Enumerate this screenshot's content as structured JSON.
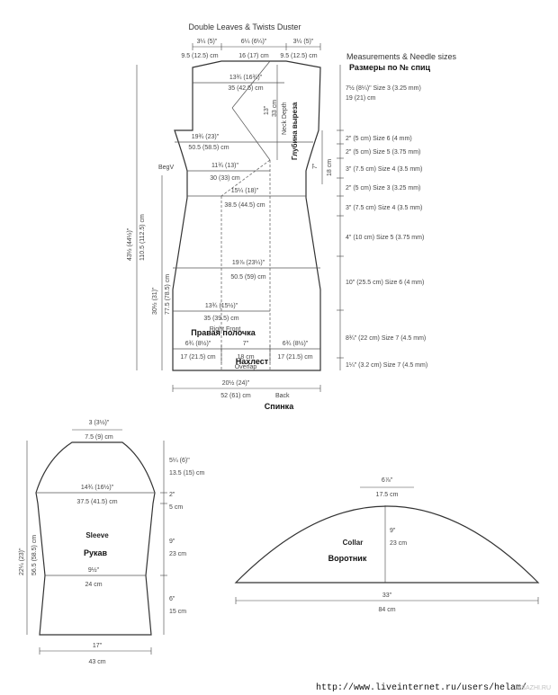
{
  "title": "Double Leaves & Twists Duster",
  "measurements_heading": "Measurements & Needle sizes",
  "measurements_heading_ru": "Размеры по № спиц",
  "body": {
    "top_dims": [
      {
        "in": "3¼ (5)\"",
        "cm": "9.5 (12.5) cm"
      },
      {
        "in": "6¼ (6¼)\"",
        "cm": "16 (17) cm"
      },
      {
        "in": "3¼ (5)\"",
        "cm": "9.5 (12.5) cm"
      }
    ],
    "shoulder_in": "13¾ (16¾)\"",
    "shoulder_cm": "35 (42.5) cm",
    "neck_depth_in": "13\"",
    "neck_depth_cm": "33 cm",
    "neck_depth_label": "Neck Depth",
    "neck_depth_ru": "Глубина выреза",
    "chest_in": "19¾ (23)\"",
    "chest_cm": "50.5 (58.5) cm",
    "armhole_in": "7\"",
    "armhole_cm": "18 cm",
    "upper_in": "11¾ (13)\"",
    "upper_cm": "30 (33) cm",
    "begv": "BegV",
    "waist_in": "15¼ (18)\"",
    "waist_cm": "38.5 (44.5) cm",
    "total_length_in": "43½ (44½)\"",
    "total_length_cm": "110.5 (112.5) cm",
    "side_length_in": "30½ (31)\"",
    "side_length_cm": "77.5 (78.5) cm",
    "hip_in": "19⅞ (23¼)\"",
    "hip_cm": "50.5 (59) cm",
    "front_in": "13¾ (15½)\"",
    "front_cm": "35 (39.5) cm",
    "right_front_label": "Right Front",
    "right_front_ru": "Правая полочка",
    "bottom_left_in": "6¾ (8½)\"",
    "bottom_left_cm": "17 (21.5) cm",
    "overlap_in": "7\"",
    "overlap_cm": "18 cm",
    "overlap_label": "Overlap",
    "overlap_ru": "Нахлест",
    "bottom_right_in": "6¾ (8½)\"",
    "bottom_right_cm": "17 (21.5) cm",
    "bottom_in": "20½ (24)\"",
    "bottom_cm": "52 (61) cm",
    "back_label": "Back",
    "back_ru": "Спинка"
  },
  "needle_rows": [
    {
      "a": "7½ (8¼)\" Size 3 (3.25 mm)",
      "b": "19 (21) cm"
    },
    {
      "a": "2\" (5 cm) Size 6 (4 mm)"
    },
    {
      "a": "2\" (5 cm) Size 5 (3.75 mm)"
    },
    {
      "a": "3\" (7.5 cm) Size 4 (3.5 mm)"
    },
    {
      "a": "2\" (5 cm) Size 3 (3.25 mm)"
    },
    {
      "a": "3\" (7.5 cm) Size 4 (3.5 mm)"
    },
    {
      "a": "4\" (10 cm) Size 5 (3.75 mm)"
    },
    {
      "a": "10\" (25.5 cm) Size 6 (4 mm)"
    },
    {
      "a": "8¾\" (22 cm) Size 7 (4.5 mm)"
    },
    {
      "a": "1¼\" (3.2 cm) Size 7 (4.5 mm)"
    }
  ],
  "sleeve": {
    "top_in": "3 (3½)\"",
    "top_cm": "7.5 (9) cm",
    "cap_in": "5¼ (6)\"",
    "cap_cm": "13.5 (15) cm",
    "upper_in": "14¾ (16½)\"",
    "upper_cm": "37.5 (41.5) cm",
    "band_in": "2\"",
    "band_cm": "5 cm",
    "length_in": "22¼ (23)\"",
    "length_cm": "56.5 (58.5) cm",
    "label": "Sleeve",
    "label_ru": "Рукав",
    "mid_in": "9\"",
    "mid_cm": "23 cm",
    "width_in": "9½\"",
    "width_cm": "24 cm",
    "cuff_in": "6\"",
    "cuff_cm": "15 cm",
    "bottom_in": "17\"",
    "bottom_cm": "43 cm"
  },
  "collar": {
    "top_in": "6⅞\"",
    "top_cm": "17.5 cm",
    "height_in": "9\"",
    "height_cm": "23 cm",
    "label": "Collar",
    "label_ru": "Воротник",
    "bottom_in": "33\"",
    "bottom_cm": "84 cm"
  },
  "footer_url": "http://www.liveinternet.ru/users/helam/",
  "watermark": "VSAZHI.RU"
}
